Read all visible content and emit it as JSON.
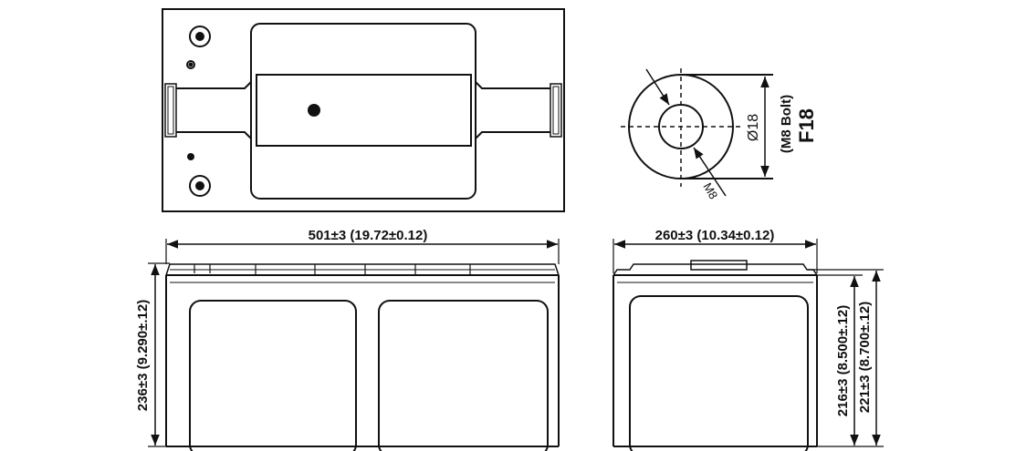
{
  "dimensions": {
    "length": "501±3 (19.72±0.12)",
    "width": "260±3 (10.34±0.12)",
    "total_height": "236±3 (9.290±.12)",
    "container_height": "216±3 (8.500±.12)",
    "height_to_lid": "221±3 (8.700±.12)"
  },
  "terminal": {
    "diameter": "Ø18",
    "thread": "M8",
    "bolt": "(M8 Bolt)",
    "type": "F18"
  },
  "colors": {
    "line": "#111111",
    "background": "#ffffff"
  }
}
